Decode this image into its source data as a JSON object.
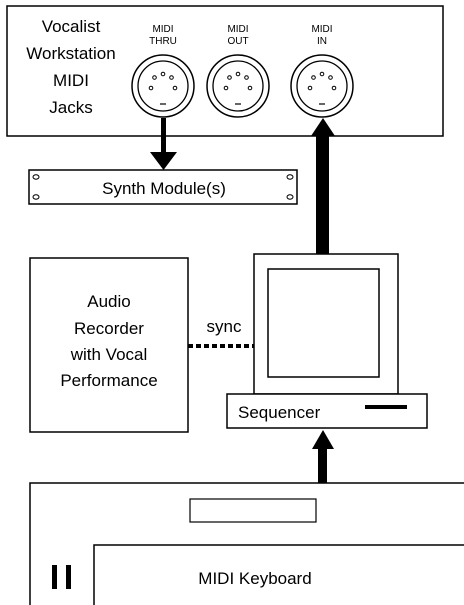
{
  "workstation": {
    "title_lines": [
      "Vocalist",
      "Workstation",
      "MIDI",
      "Jacks"
    ],
    "jacks": [
      {
        "line1": "MIDI",
        "line2": "THRU"
      },
      {
        "line1": "MIDI",
        "line2": "OUT"
      },
      {
        "line1": "MIDI",
        "line2": "IN"
      }
    ]
  },
  "synth_module": {
    "label": "Synth Module(s)"
  },
  "audio_recorder": {
    "lines": [
      "Audio",
      "Recorder",
      "with Vocal",
      "Performance"
    ]
  },
  "sync_label": "sync",
  "sequencer": {
    "label": "Sequencer"
  },
  "keyboard": {
    "label": "MIDI Keyboard"
  }
}
